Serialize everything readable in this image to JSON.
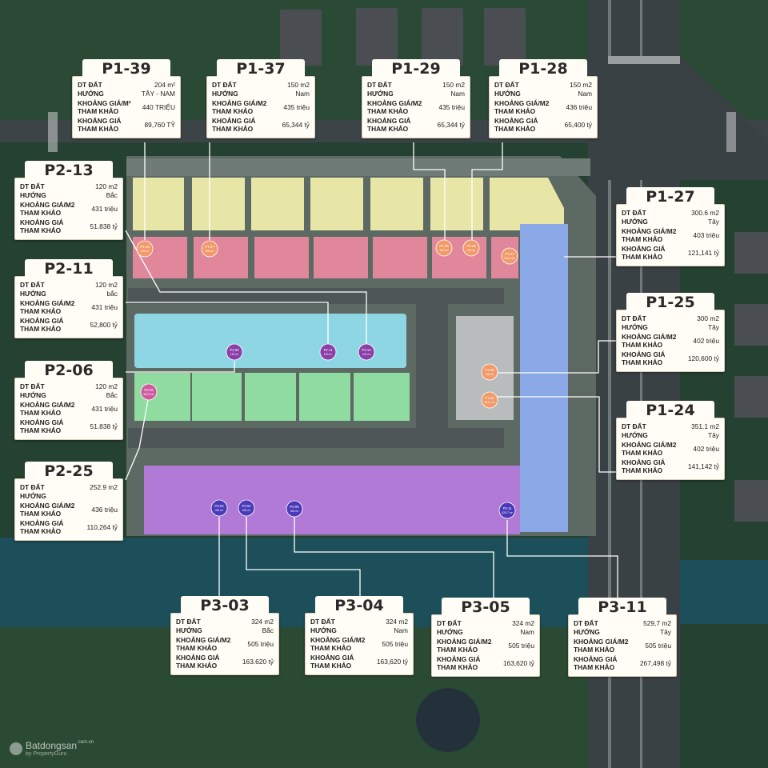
{
  "labels": {
    "area": "DT ĐẤT",
    "direction": "HƯỚNG",
    "unit_price": "KHOẢNG GIÁ/M2 THAM KHẢO",
    "unit_price_sup": "KHOẢNG GIÁ/M² THAM KHẢO",
    "total_price": "KHOẢNG GIÁ THAM KHẢO"
  },
  "lots": [
    {
      "id": "P1-39",
      "area": "204 m²",
      "direction": "TÂY - NAM",
      "unit_price": "440 TRIỆU",
      "total": "89,760 TỶ"
    },
    {
      "id": "P1-37",
      "area": "150 m2",
      "direction": "Nam",
      "unit_price": "435 triệu",
      "total": "65,344 tỷ"
    },
    {
      "id": "P1-29",
      "area": "150 m2",
      "direction": "Nam",
      "unit_price": "435 triệu",
      "total": "65,344 tỷ"
    },
    {
      "id": "P1-28",
      "area": "150 m2",
      "direction": "Nam",
      "unit_price": "436 triệu",
      "total": "65,400 tỷ"
    },
    {
      "id": "P2-13",
      "area": "120 m2",
      "direction": "Bắc",
      "unit_price": "431 triệu",
      "total": "51.838 tỷ"
    },
    {
      "id": "P1-27",
      "area": "300.6 m2",
      "direction": "Tây",
      "unit_price": "403 triệu",
      "total": "121,141 tỷ"
    },
    {
      "id": "P2-11",
      "area": "120 m2",
      "direction": "bắc",
      "unit_price": "431 triệu",
      "total": "52,800 tỷ"
    },
    {
      "id": "P1-25",
      "area": "300 m2",
      "direction": "Tây",
      "unit_price": "402 triệu",
      "total": "120,600 tỷ"
    },
    {
      "id": "P2-06",
      "area": "120 m2",
      "direction": "Bắc",
      "unit_price": "431 triệu",
      "total": "51.838 tỷ"
    },
    {
      "id": "P1-24",
      "area": "351.1 m2",
      "direction": "Tây",
      "unit_price": "402 triệu",
      "total": "141,142 tỷ"
    },
    {
      "id": "P2-25",
      "area": "252.9 m2",
      "direction": "",
      "unit_price": "436 triệu",
      "total": "110,264 tỷ"
    },
    {
      "id": "P3-03",
      "area": "324 m2",
      "direction": "Bắc",
      "unit_price": "505 triệu",
      "total": "163.620 tỷ"
    },
    {
      "id": "P3-04",
      "area": "324 m2",
      "direction": "Nam",
      "unit_price": "505 triệu",
      "total": "163,620 tỷ"
    },
    {
      "id": "P3-05",
      "area": "324 m2",
      "direction": "Nam",
      "unit_price": "505 triệu",
      "total": "163,620 tỷ"
    },
    {
      "id": "P3-11",
      "area": "529,7 m2",
      "direction": "Tây",
      "unit_price": "505 triệu",
      "total": "267,498 tỷ"
    }
  ],
  "markers": [
    {
      "id": "P1-39",
      "area": "204 m²",
      "color": "#f29a6a"
    },
    {
      "id": "P1-37",
      "area": "150 m²",
      "color": "#f29a6a"
    },
    {
      "id": "P1-29",
      "area": "150 m²",
      "color": "#f29a6a"
    },
    {
      "id": "P1-28",
      "area": "150 m²",
      "color": "#f29a6a"
    },
    {
      "id": "P1-27",
      "area": "300.6 m²",
      "color": "#f29a6a"
    },
    {
      "id": "P2-06",
      "area": "120 m²",
      "color": "#8a3fa8"
    },
    {
      "id": "P2-11",
      "area": "120 m²",
      "color": "#8a3fa8"
    },
    {
      "id": "P2-13",
      "area": "120 m²",
      "color": "#8a3fa8"
    },
    {
      "id": "P2-25",
      "area": "252.9 m²",
      "color": "#d05aa0"
    },
    {
      "id": "P1-25",
      "area": "300 m²",
      "color": "#f29a6a"
    },
    {
      "id": "P1-24",
      "area": "351.1 m²",
      "color": "#f29a6a"
    },
    {
      "id": "P3-03",
      "area": "324 m²",
      "color": "#4a3ab8"
    },
    {
      "id": "P3-04",
      "area": "324 m²",
      "color": "#4a3ab8"
    },
    {
      "id": "P3-05",
      "area": "324 m²",
      "color": "#4a3ab8"
    },
    {
      "id": "P3-11",
      "area": "529.7 m²",
      "color": "#4a3ab8"
    }
  ],
  "zone_colors": {
    "yellow": "#e8e6a6",
    "pink": "#e0879c",
    "cyan": "#8fd6e4",
    "green": "#8fdba0",
    "purple": "#b07ad6",
    "blue": "#8aa8e6",
    "water": "#1d4f5a"
  },
  "watermark": {
    "brand": "Batdongsan",
    "sub": "by PropertyGuru",
    "site": ".com.vn"
  }
}
